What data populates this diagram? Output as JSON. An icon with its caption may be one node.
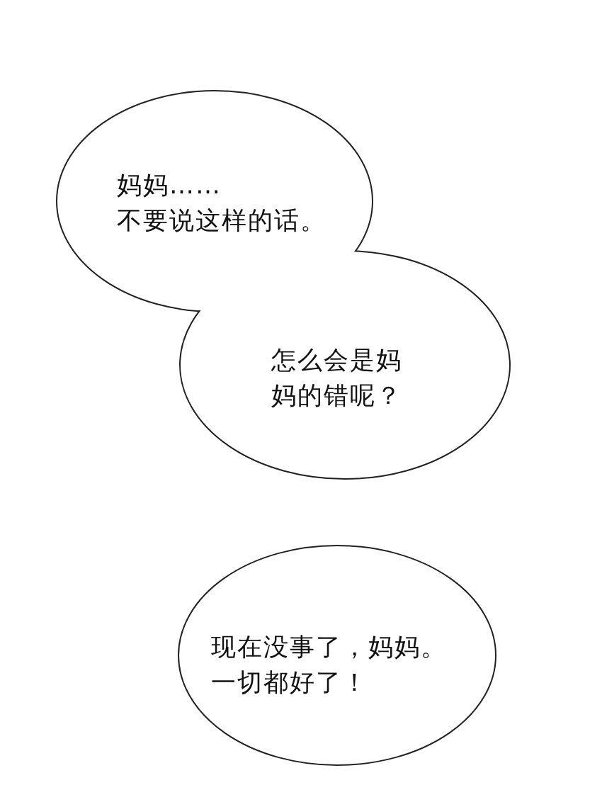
{
  "diagram": {
    "nodes": [
      {
        "text": [
          "妈妈……",
          "不要说这样的话。"
        ]
      },
      {
        "text": [
          "怎么会是妈妈的错呢？"
        ]
      },
      {
        "text": [
          "现在没事了，妈妈。",
          "一切都好了！"
        ]
      }
    ]
  }
}
